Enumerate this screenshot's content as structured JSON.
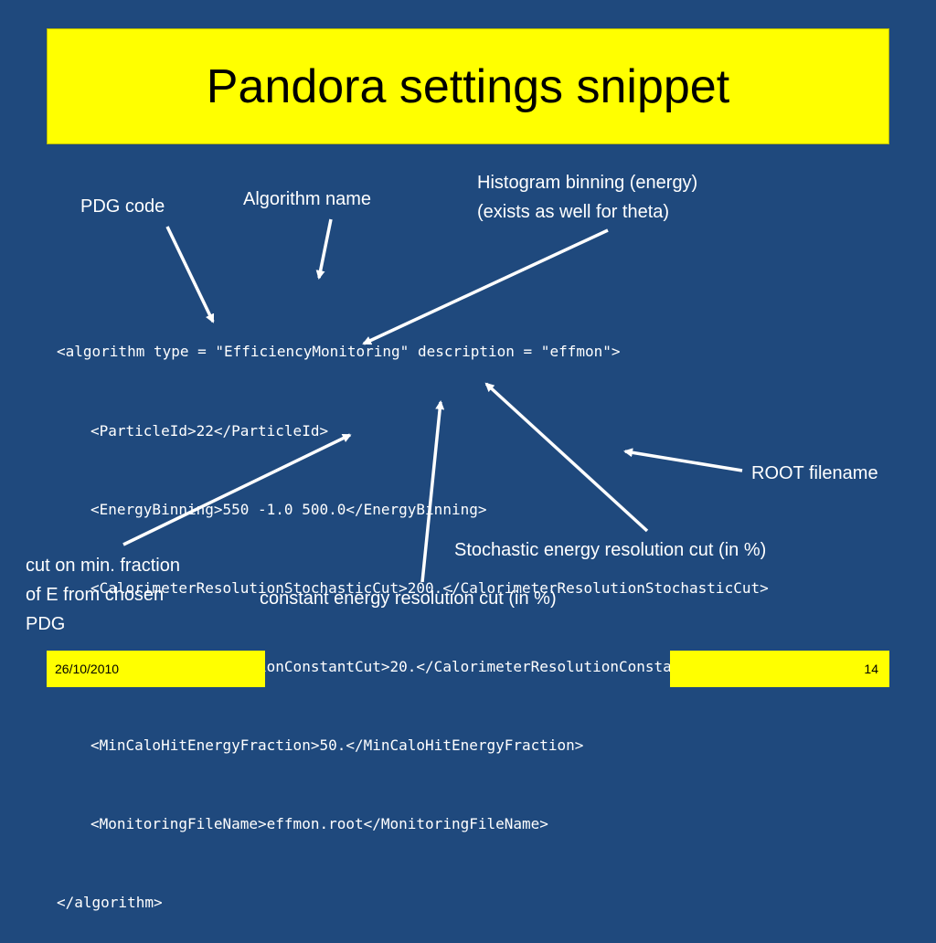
{
  "title": "Pandora settings snippet",
  "code_lines": [
    "<algorithm type = \"EfficiencyMonitoring\" description = \"effmon\">",
    "<ParticleId>22</ParticleId>",
    "<EnergyBinning>550 -1.0 500.0</EnergyBinning>",
    "<CalorimeterResolutionStochasticCut>200.</CalorimeterResolutionStochasticCut>",
    "<CalorimeterResolutionConstantCut>20.</CalorimeterResolutionConstantCut>",
    "<MinCaloHitEnergyFraction>50.</MinCaloHitEnergyFraction>",
    "<MonitoringFileName>effmon.root</MonitoringFileName>",
    "</algorithm>"
  ],
  "annotations": {
    "pdg_code": "PDG code",
    "algorithm_name": "Algorithm name",
    "histogram_line1": "Histogram binning (energy)",
    "histogram_line2": "(exists as well for theta)",
    "root_filename": "ROOT filename",
    "stochastic_cut": "Stochastic energy resolution cut (in %)",
    "constant_cut": "constant energy resolution cut (in %)",
    "min_fraction_line1": "cut on min. fraction",
    "min_fraction_line2": "of E from chosen",
    "min_fraction_line3": "PDG"
  },
  "footer": {
    "date": "26/10/2010",
    "page_number": "14"
  },
  "colors": {
    "background": "#1f497d",
    "accent": "#ffff00",
    "text": "#ffffff"
  }
}
